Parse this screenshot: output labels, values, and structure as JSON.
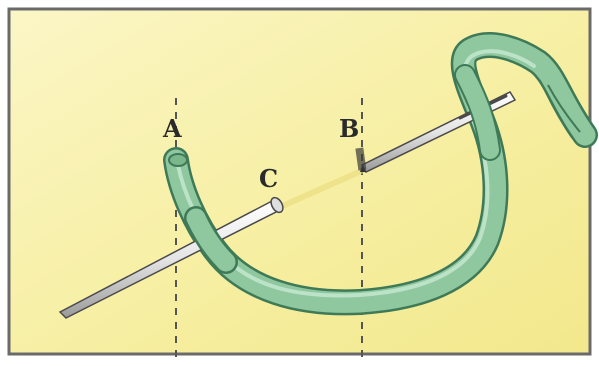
{
  "diagram": {
    "labels": {
      "a": "A",
      "b": "B",
      "c": "C"
    },
    "colors": {
      "paper": "#f7f0a8",
      "frame": "#6a6a6a",
      "thread": "#8fc79f",
      "thread_edge": "#3f7a58",
      "thread_streak": "#c4e6cf",
      "needle": "#f2f2f2",
      "needle_edge": "#4a4a4a",
      "guide_line": "#555555"
    },
    "icons": [
      "embroidery-needle",
      "embroidery-thread",
      "guide-line"
    ]
  }
}
